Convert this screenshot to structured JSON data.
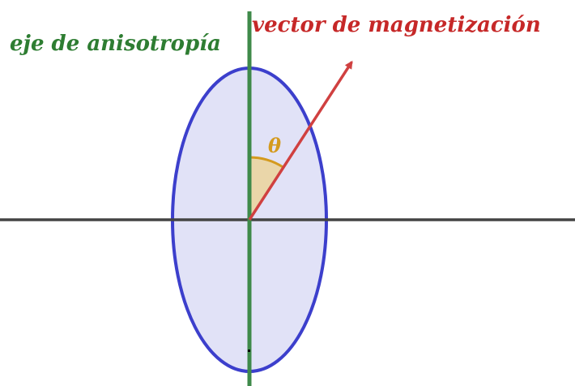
{
  "labels": {
    "anisotropy_axis": "eje de anisotropía",
    "magnetization_vector": "vector de magnetización",
    "angle_symbol": "θ"
  },
  "colors": {
    "background": "#ffffff",
    "anisotropy_axis": "#2e7d32",
    "horizontal_axis": "#444444",
    "ellipse_stroke": "#3c3fcc",
    "ellipse_fill": "#e1e2f7",
    "vector": "#c62828",
    "angle": "#d49a1e",
    "angle_fill": "#ead5a4"
  },
  "angle_theta_deg": 33
}
